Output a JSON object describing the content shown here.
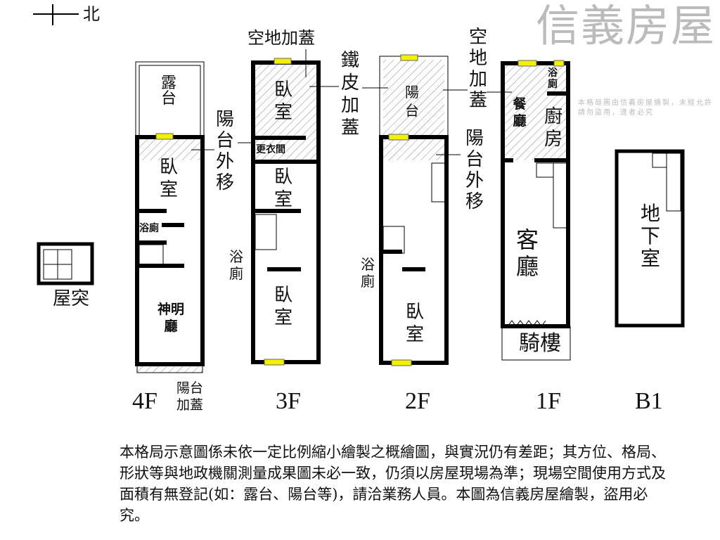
{
  "compass": {
    "north_label": "北"
  },
  "floors": [
    {
      "label": "4F",
      "rooms": [
        "露台",
        "臥室",
        "浴廁",
        "神明廳"
      ],
      "annotations": [
        "陽台外移",
        "陽台加蓋"
      ]
    },
    {
      "label": "3F",
      "rooms": [
        "臥室",
        "更衣間",
        "臥室",
        "浴廁",
        "臥室"
      ],
      "annotations": [
        "空地加蓋",
        "鐵皮加蓋"
      ]
    },
    {
      "label": "2F",
      "rooms": [
        "陽台",
        "浴廁",
        "臥室"
      ],
      "annotations": [
        "空地加蓋",
        "陽台外移"
      ]
    },
    {
      "label": "1F",
      "rooms": [
        "浴廁",
        "餐廳",
        "廚房",
        "客廳",
        "騎樓"
      ]
    },
    {
      "label": "B1",
      "rooms": [
        "地下室"
      ]
    }
  ],
  "roof": {
    "label": "屋突"
  },
  "watermark": {
    "brand": "信義房屋",
    "notice": "本格局圖由信義房屋繪製，未經允許請勿盜用，違者必究"
  },
  "note": "本格局示意圖係未依一定比例縮小繪製之概繪圖，與實況仍有差距；其方位、格局、形狀等與地政機關測量成果圖未必一致，仍須以房屋現場為準；現場空間使用方式及面積有無登記(如：露台、陽台等)，請洽業務人員。本圖為信義房屋繪製，盜用必究。",
  "colors": {
    "wall": "#000000",
    "window": "#f2f200",
    "hatch": "#888888",
    "watermark": "#bbbbbb"
  }
}
